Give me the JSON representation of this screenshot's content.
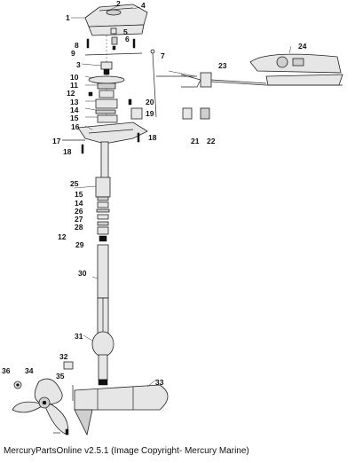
{
  "caption": "MercuryPartsOnline v2.5.1 (Image Copyright- Mercury Marine)",
  "callouts": [
    "1",
    "2",
    "3",
    "4",
    "5",
    "6",
    "7",
    "8",
    "9",
    "10",
    "11",
    "12",
    "12",
    "13",
    "14",
    "14",
    "15",
    "15",
    "16",
    "17",
    "18",
    "18",
    "19",
    "20",
    "21",
    "22",
    "23",
    "24",
    "25",
    "26",
    "27",
    "28",
    "29",
    "30",
    "31",
    "32",
    "33",
    "34",
    "35",
    "36"
  ]
}
